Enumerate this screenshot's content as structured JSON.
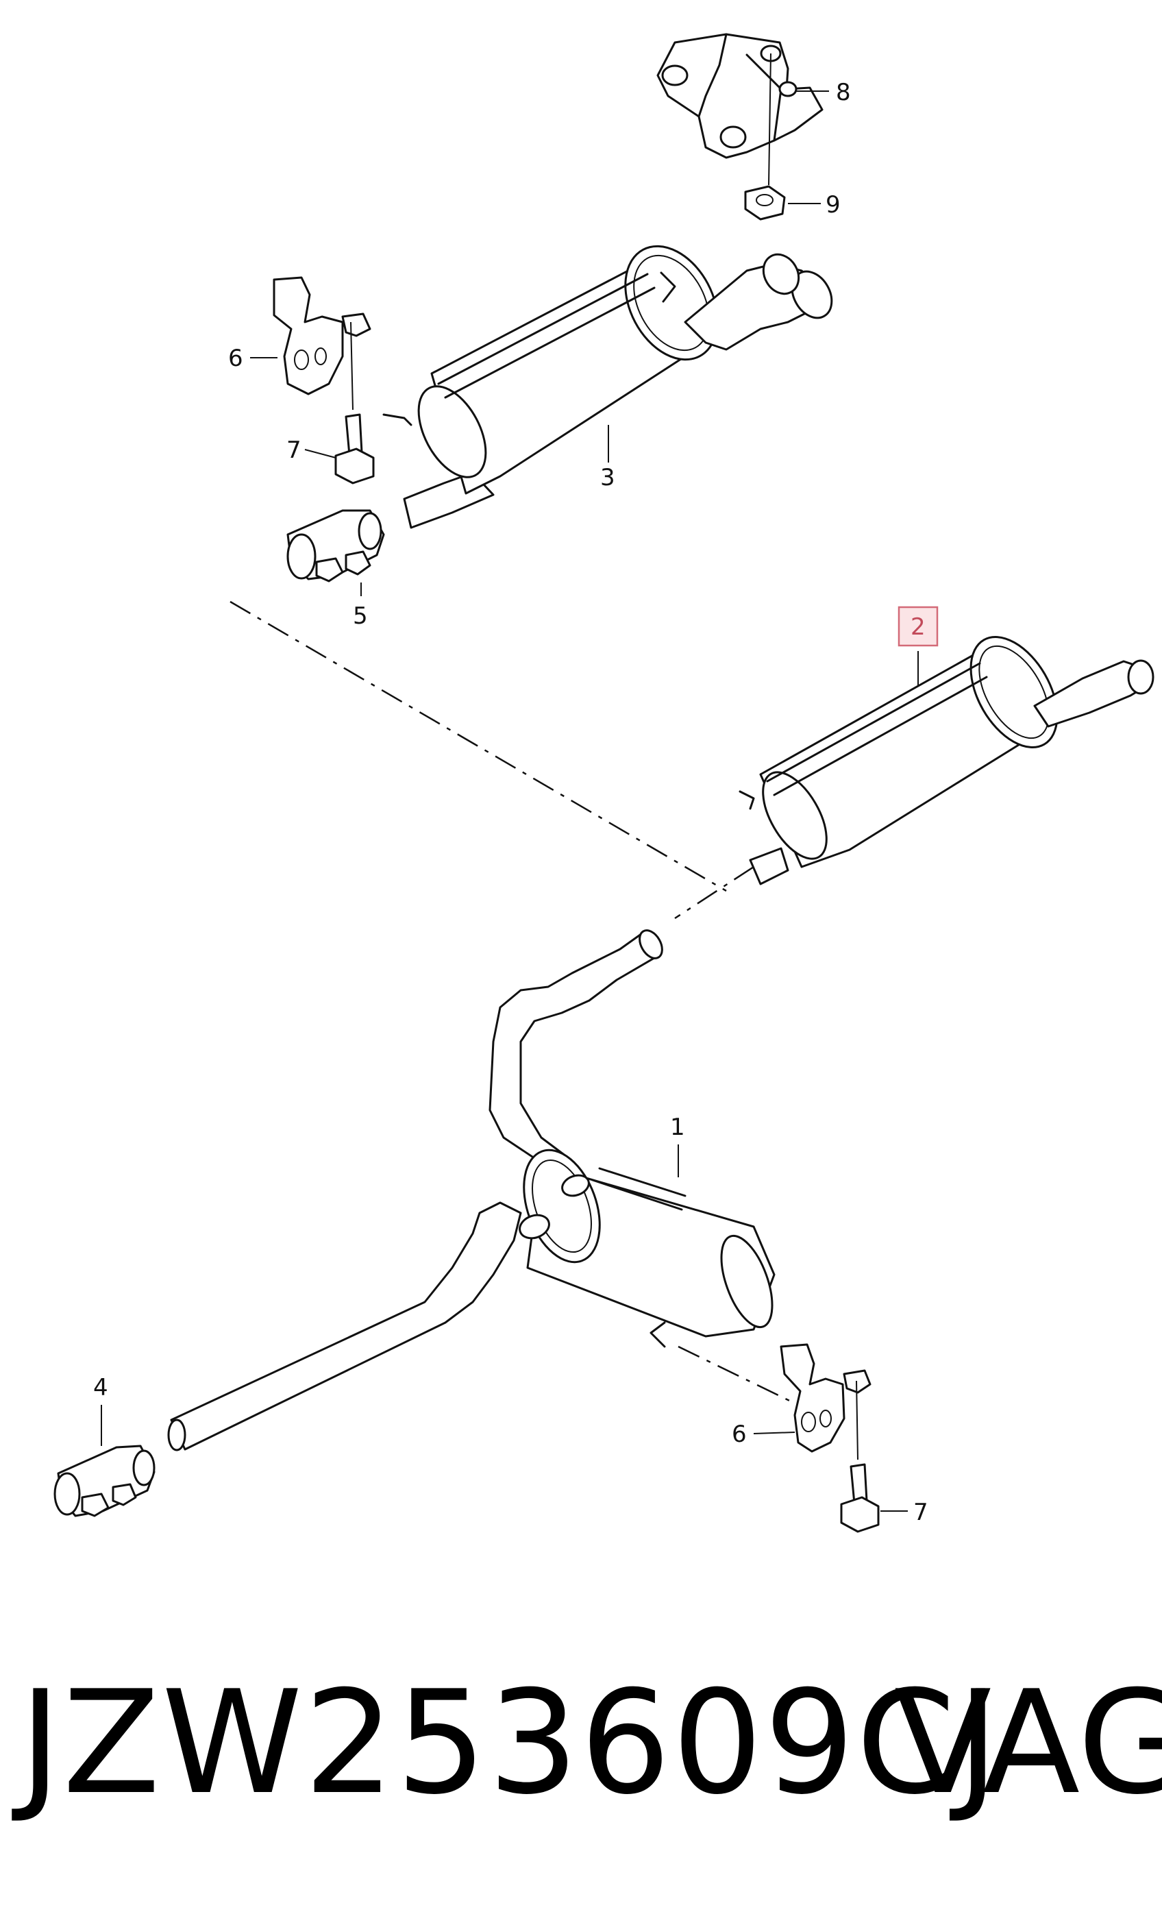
{
  "callouts": [
    "1",
    "2",
    "3",
    "4",
    "5",
    "6",
    "7",
    "8",
    "9"
  ],
  "highlighted_callout": "2",
  "footer": {
    "part_number": "JZW253609CJ",
    "brand": "VAG"
  },
  "colors": {
    "line": "#111111",
    "highlight_fill": "#fbe4e6",
    "highlight_border": "#d36a78"
  }
}
